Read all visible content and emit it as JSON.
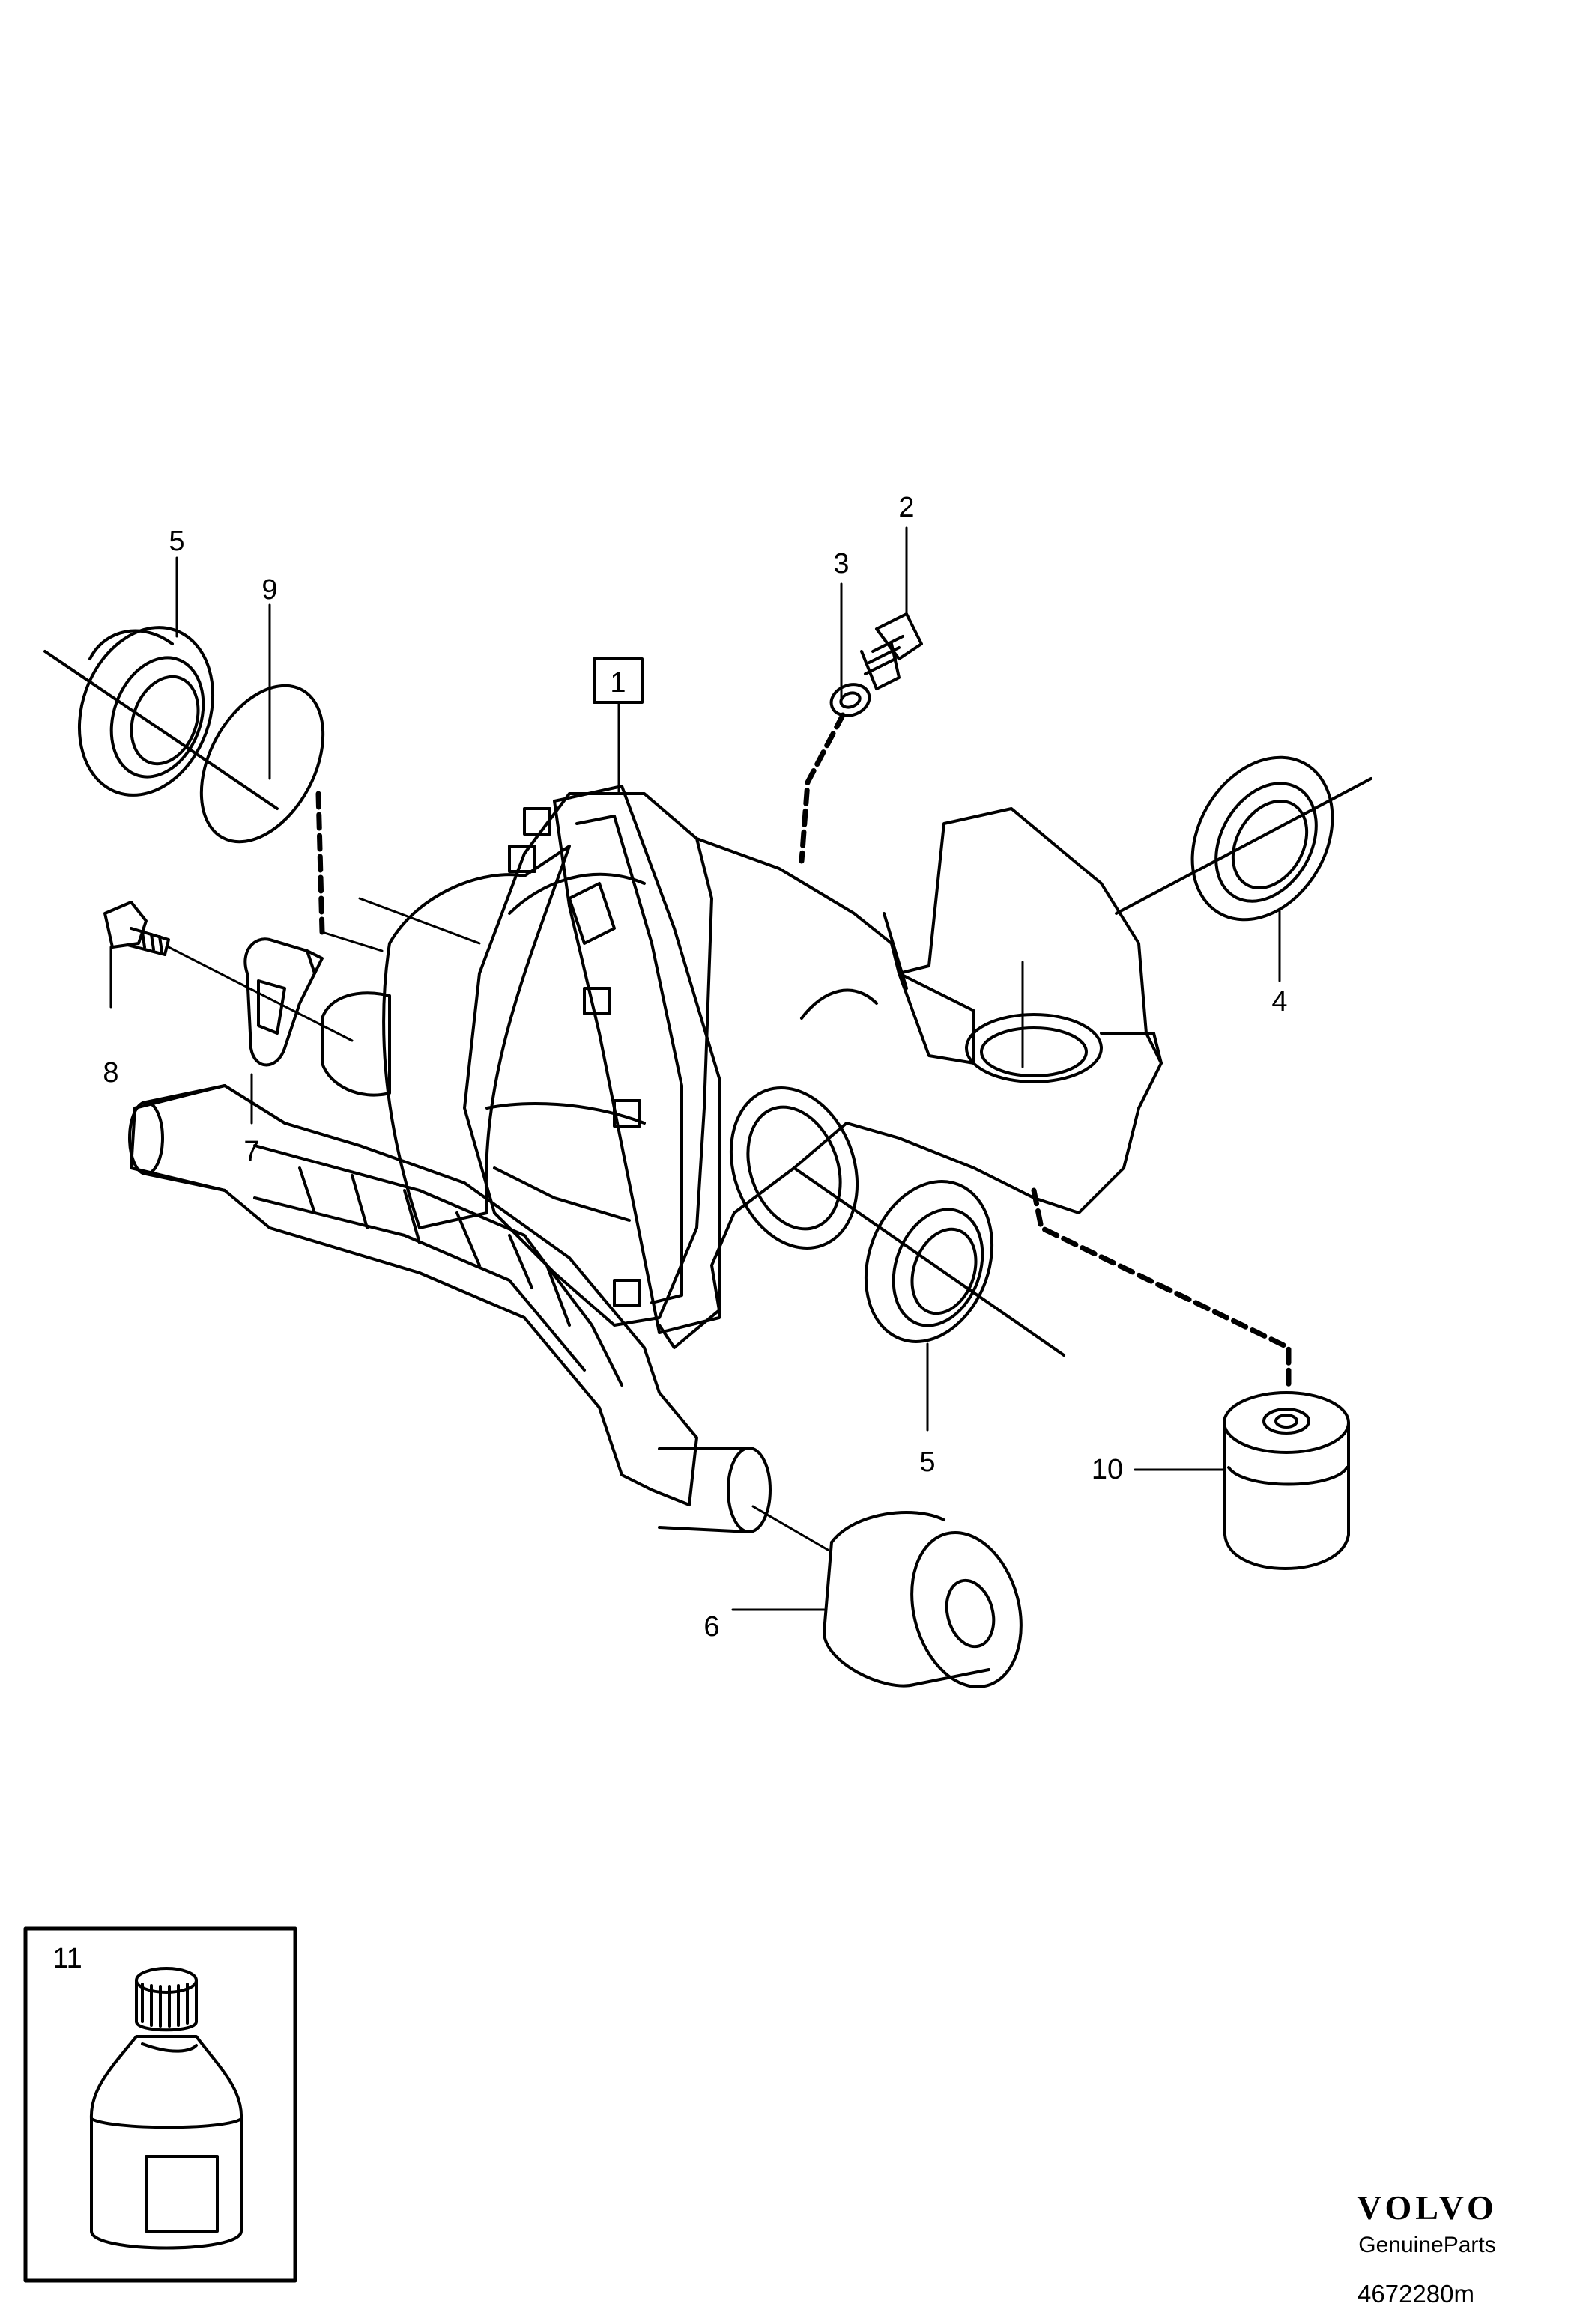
{
  "callouts": {
    "c1": "1",
    "c2": "2",
    "c3": "3",
    "c4": "4",
    "c5a": "5",
    "c5b": "5",
    "c6": "6",
    "c7": "7",
    "c8": "8",
    "c9": "9",
    "c10": "10",
    "c11": "11"
  },
  "brand": {
    "logo": "VOLVO",
    "subtitle": "GenuineParts"
  },
  "drawing_number": "4672280m"
}
